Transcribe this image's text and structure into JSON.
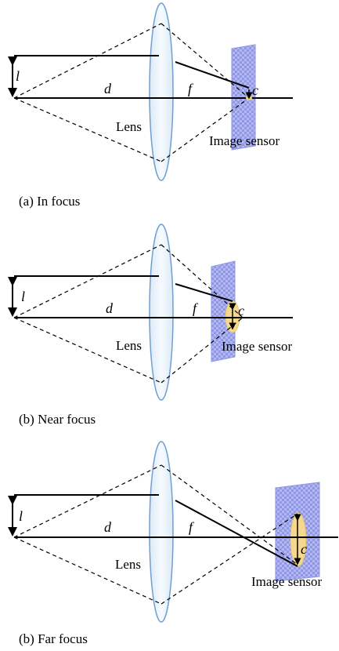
{
  "colors": {
    "lens_fill": "#eef5fc",
    "lens_stroke": "#7aa7d6",
    "sensor_fill": "#aab0f0",
    "sensor_pattern": "#8d95e6",
    "blur_spot": "#f5d98e",
    "line": "#000000"
  },
  "panels": [
    {
      "caption": "(a) In focus",
      "lens_label": "Lens",
      "sensor_label": "Image sensor",
      "l_label": "l",
      "d_label": "d",
      "f_label": "f",
      "c_label": "c"
    },
    {
      "caption": "(b) Near focus",
      "lens_label": "Lens",
      "sensor_label": "Image sensor",
      "l_label": "l",
      "d_label": "d",
      "f_label": "f",
      "c_label": "c"
    },
    {
      "caption": "(b) Far focus",
      "lens_label": "Lens",
      "sensor_label": "Image sensor",
      "l_label": "l",
      "d_label": "d",
      "f_label": "f",
      "c_label": "c"
    }
  ]
}
